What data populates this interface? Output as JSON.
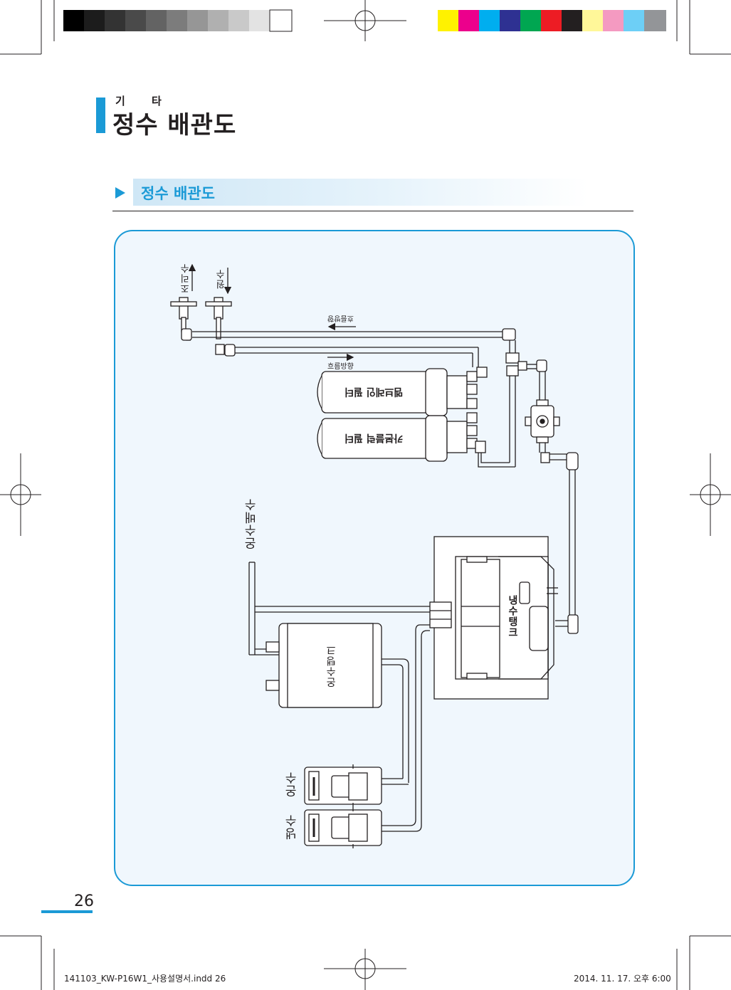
{
  "header": {
    "section_kicker": "기 타",
    "section_title": "정수 배관도"
  },
  "subheader": {
    "title": "정수 배관도"
  },
  "diagram": {
    "labels": {
      "cooking_water": "조리수",
      "raw_water": "원수",
      "flow_direction_top": "흐름방향",
      "flow_direction_mid": "흐름방향",
      "filter_membrane": "멤브레인 필터",
      "filter_carbon": "카본블럭 필터",
      "hot_drain": "온수배수",
      "hot_tank": "온수탱크",
      "cold_tank": "냉수탱크",
      "hot_faucet": "온수",
      "cold_faucet": "냉수"
    }
  },
  "page": {
    "number": "26"
  },
  "footer": {
    "file": "141103_KW-P16W1_사용설명서.indd   26",
    "date": "2014. 11. 17.   오후 6:00"
  },
  "colors": {
    "accent": "#1b9ad6",
    "panel_bg": "#f0f7fd",
    "line": "#231f20"
  }
}
